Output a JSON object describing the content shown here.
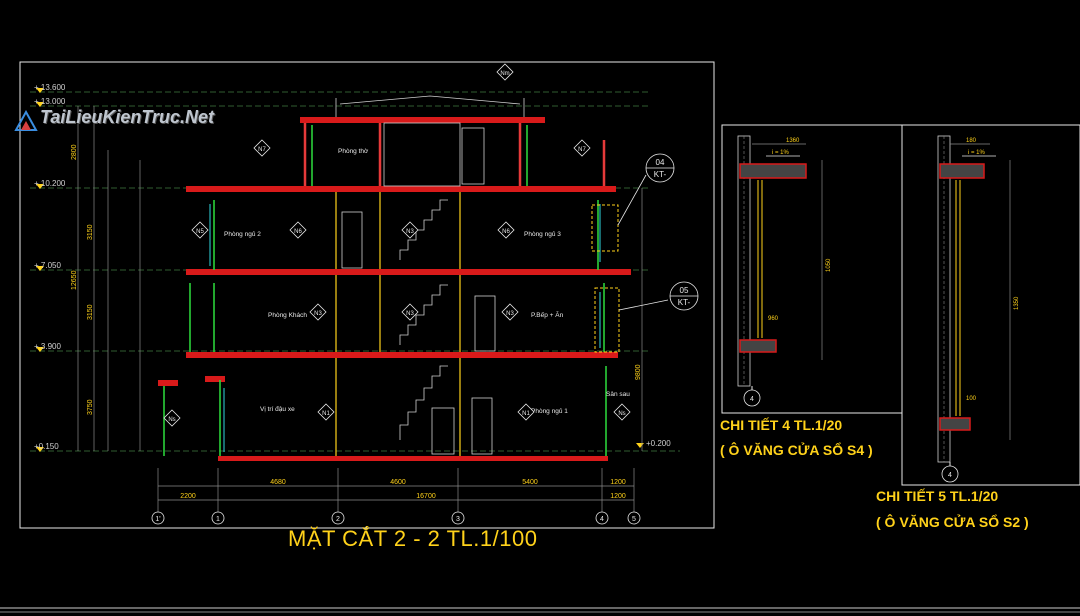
{
  "watermark": "TaiLieuKienTruc.Net",
  "main_title": "MẶT CẮT 2 - 2  TL.1/100",
  "detail4": {
    "title": "CHI TIẾT 4  TL.1/20",
    "subtitle": "( Ô VĂNG CỬA SỔ S4 )",
    "axis": "4"
  },
  "detail5": {
    "title": "CHI TIẾT 5  TL.1/20",
    "subtitle": "( Ô VĂNG CỬA SỔ S2 )",
    "axis": "4"
  },
  "levels": [
    "+ 13.600",
    "+ 13.000",
    "+ 10.200",
    "+ 7.050",
    "+ 3.900",
    "+0.150",
    "+0.200"
  ],
  "rooms": [
    "Phòng thờ",
    "Phòng ngủ 2",
    "Phòng ngủ 3",
    "Phòng Khách",
    "P.Bếp + Ăn",
    "Vị trí đậu xe",
    "Phòng ngủ 1",
    "Sân sau"
  ],
  "tags": {
    "roof": "Nm",
    "n7": "N7",
    "n6": "N6",
    "n5": "N5",
    "n3": "N3",
    "n1": "N1",
    "ns": "Ns"
  },
  "callouts": [
    {
      "num": "04",
      "ref": "KT-"
    },
    {
      "num": "05",
      "ref": "KT-"
    }
  ],
  "grid_axes": [
    "1'",
    "1",
    "2",
    "3",
    "4",
    "5"
  ],
  "dims_bottom": [
    "4680",
    "4600",
    "5400",
    "1200"
  ],
  "dims_total": [
    "2200",
    "16700",
    "1200"
  ],
  "dims_left": [
    "2800",
    "3150",
    "3150",
    "3750",
    "12650"
  ],
  "dims_right": [
    "9800"
  ],
  "detail_dims": [
    "1360",
    "1050",
    "960",
    "1350",
    "100",
    "180",
    "i = 1%"
  ]
}
